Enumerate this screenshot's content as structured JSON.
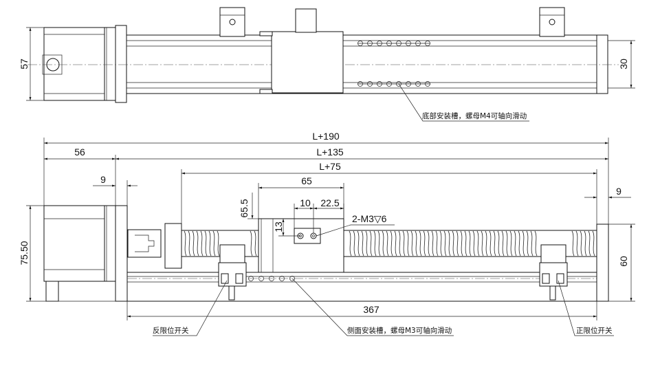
{
  "top_view": {
    "dim_height": "57",
    "dim_rail": "30",
    "note_bottom_slot": "底部安装槽，螺母M4可轴向滑动"
  },
  "front_view": {
    "dim_total": "L+190",
    "dim_body": "L+135",
    "dim_stroke": "L+75",
    "dim_motor": "56",
    "dim_offset_left": "9",
    "dim_offset_right": "9",
    "dim_slider_width": "65",
    "dim_hole_gap": "10",
    "dim_hole_offset": "22.5",
    "dim_slider_height": "65.5",
    "dim_hole_height": "13",
    "dim_thread": "2-M3▽6",
    "dim_height_left": "75.50",
    "dim_height_right": "60",
    "dim_rail_length": "367",
    "note_reverse_limit": "反限位开关",
    "note_side_slot": "侧面安装槽，螺母M3可轴向滑动",
    "note_forward_limit": "正限位开关"
  }
}
